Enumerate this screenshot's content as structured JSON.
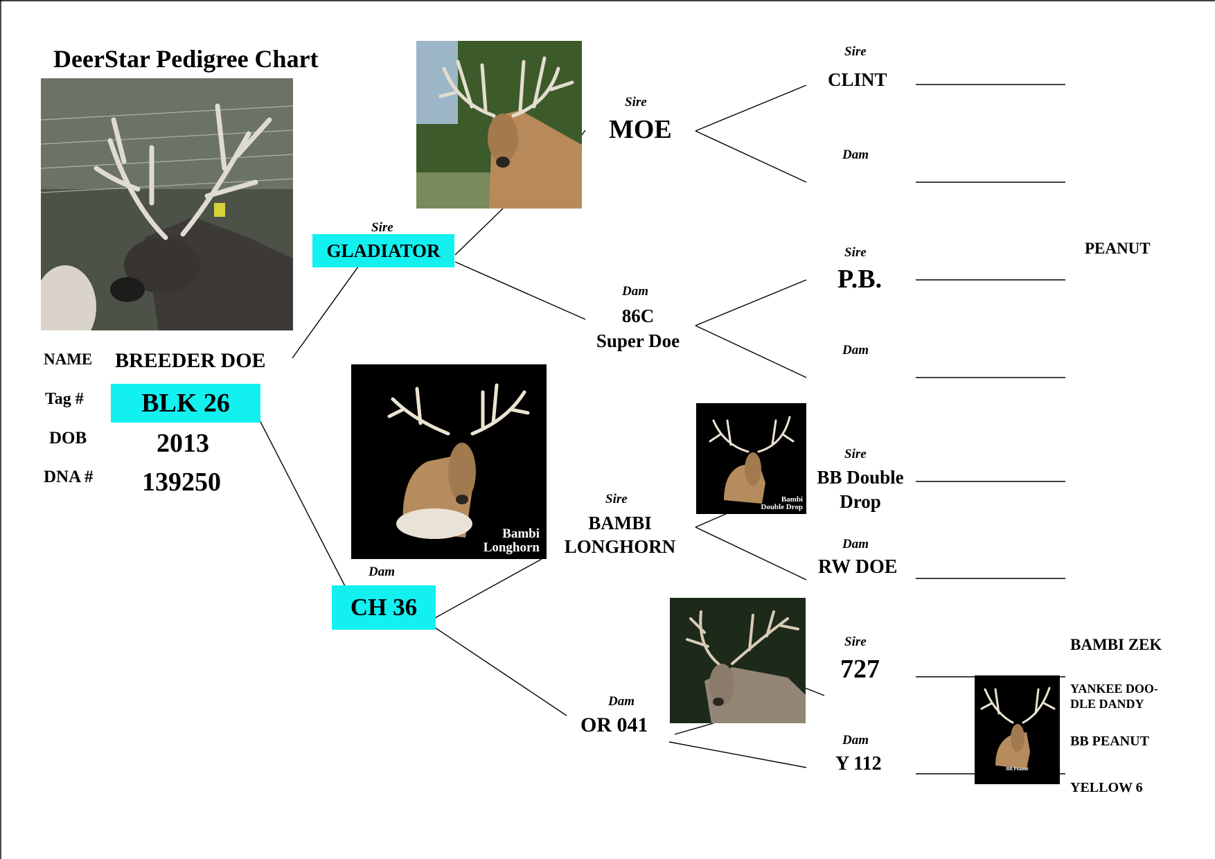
{
  "title": "DeerStar Pedigree Chart",
  "subject": {
    "name_label": "NAME",
    "name": "BREEDER DOE",
    "tag_label": "Tag #",
    "tag": "BLK 26",
    "dob_label": "DOB",
    "dob": "2013",
    "dna_label": "DNA #",
    "dna": "139250"
  },
  "labels": {
    "sire": "Sire",
    "dam": "Dam"
  },
  "parents": {
    "sire": "GLADIATOR",
    "dam": "CH 36"
  },
  "grandparents": {
    "sire_sire": "MOE",
    "sire_dam_line1": "86C",
    "sire_dam_line2": "Super Doe",
    "dam_sire_line1": "BAMBI",
    "dam_sire_line2": "LONGHORN",
    "dam_dam": "OR 041"
  },
  "great_grandparents": {
    "g1": "CLINT",
    "g3": "P.B.",
    "g5_line1": "BB Double",
    "g5_line2": "Drop",
    "g6": "RW DOE",
    "g7": "727",
    "g8": "Y 112"
  },
  "far_right": {
    "peanut": "PEANUT",
    "bambi_zek": "BAMBI ZEK",
    "yankee_line1": "YANKEE DOO-",
    "yankee_line2": "DLE DANDY",
    "bb_peanut": "BB PEANUT",
    "yellow6": "YELLOW 6"
  },
  "photo_captions": {
    "longhorn_line1": "Bambi",
    "longhorn_line2": "Longhorn",
    "doubledrop_line1": "Bambi",
    "doubledrop_line2": "Double Drop",
    "bbpeanut_line1": "BB Peanut"
  },
  "colors": {
    "highlight": "#13f0f0",
    "text": "#000000"
  }
}
